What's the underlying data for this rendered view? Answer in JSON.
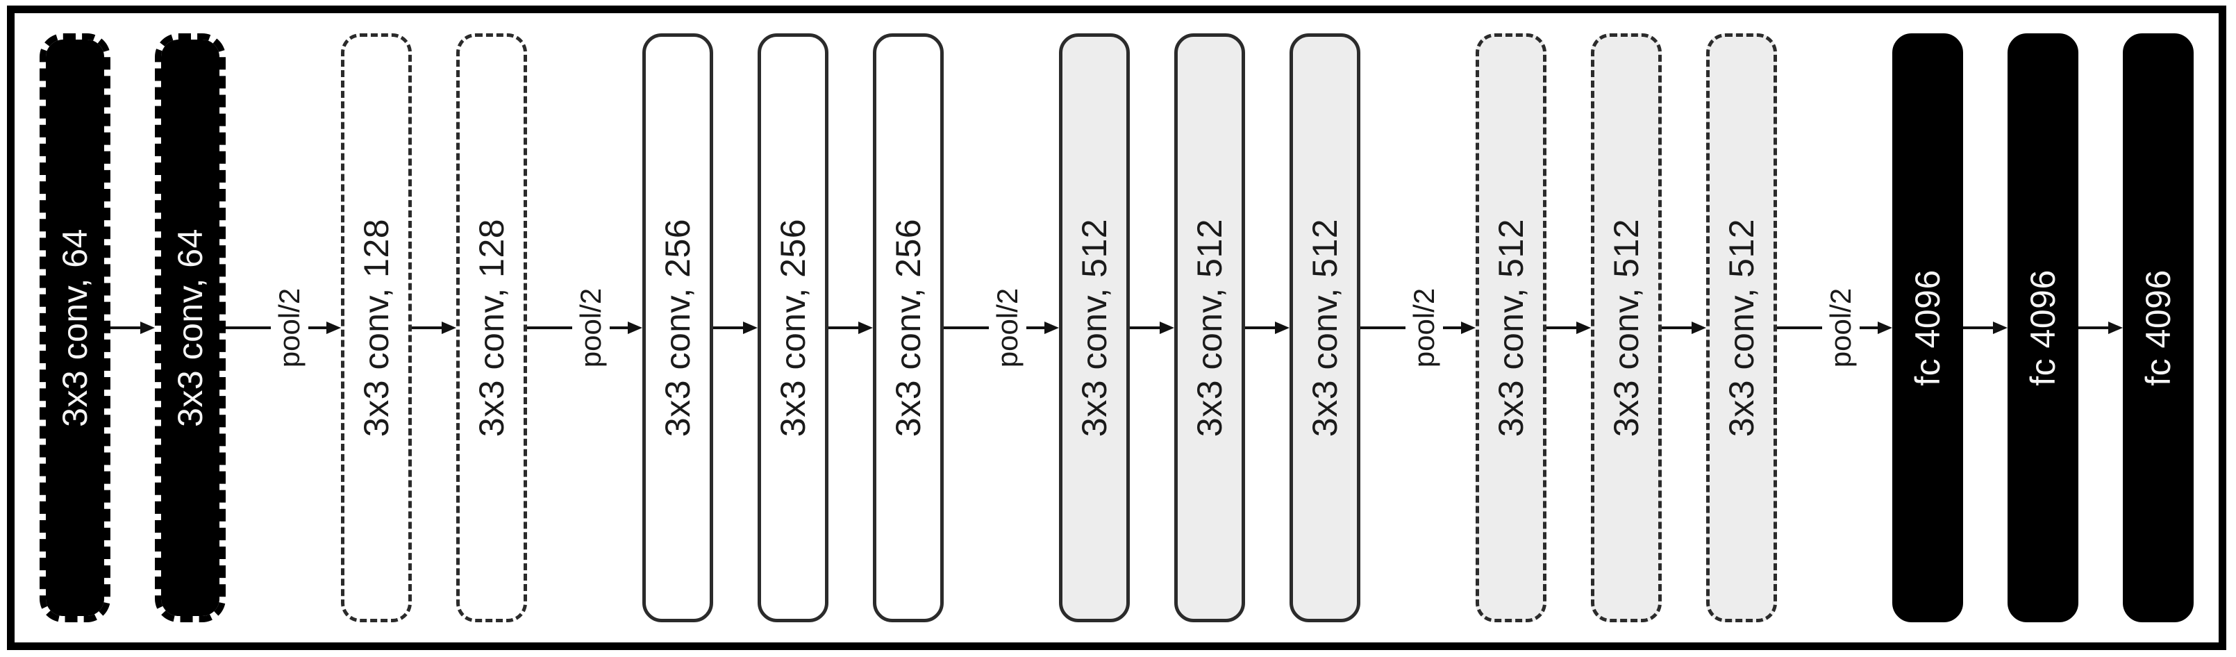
{
  "diagram": {
    "type": "neural-network-architecture",
    "description": "VGG-style convolutional network layer strip diagram",
    "pool_label": "pool/2",
    "colors": {
      "frame_border": "#000000",
      "black_fill": "#000000",
      "white_fill": "#ffffff",
      "gray_fill": "#ededed",
      "box_border": "#2b2b2b",
      "arrow": "#111111",
      "text_light": "#f5f5f5",
      "text_dark": "#1a1a1a"
    },
    "layers": [
      {
        "label": "3x3 conv, 64",
        "fill": "black",
        "border": "dashed",
        "text": "light",
        "group": 0
      },
      {
        "label": "3x3 conv, 64",
        "fill": "black",
        "border": "dashed",
        "text": "light",
        "group": 0
      },
      {
        "label": "3x3 conv, 128",
        "fill": "white",
        "border": "dashed",
        "text": "dark",
        "group": 1
      },
      {
        "label": "3x3 conv, 128",
        "fill": "white",
        "border": "dashed",
        "text": "dark",
        "group": 1
      },
      {
        "label": "3x3 conv, 256",
        "fill": "white",
        "border": "solid",
        "text": "dark",
        "group": 2
      },
      {
        "label": "3x3 conv, 256",
        "fill": "white",
        "border": "solid",
        "text": "dark",
        "group": 2
      },
      {
        "label": "3x3 conv, 256",
        "fill": "white",
        "border": "solid",
        "text": "dark",
        "group": 2
      },
      {
        "label": "3x3 conv, 512",
        "fill": "gray",
        "border": "solid",
        "text": "dark",
        "group": 3
      },
      {
        "label": "3x3 conv, 512",
        "fill": "gray",
        "border": "solid",
        "text": "dark",
        "group": 3
      },
      {
        "label": "3x3 conv, 512",
        "fill": "gray",
        "border": "solid",
        "text": "dark",
        "group": 3
      },
      {
        "label": "3x3 conv, 512",
        "fill": "gray",
        "border": "dashed",
        "text": "dark",
        "group": 4
      },
      {
        "label": "3x3 conv, 512",
        "fill": "gray",
        "border": "dashed",
        "text": "dark",
        "group": 4
      },
      {
        "label": "3x3 conv, 512",
        "fill": "gray",
        "border": "dashed",
        "text": "dark",
        "group": 4
      },
      {
        "label": "fc 4096",
        "fill": "black",
        "border": "solid",
        "text": "light",
        "group": 5
      },
      {
        "label": "fc 4096",
        "fill": "black",
        "border": "solid",
        "text": "light",
        "group": 5
      },
      {
        "label": "fc 4096",
        "fill": "black",
        "border": "solid",
        "text": "light",
        "group": 5
      }
    ]
  }
}
